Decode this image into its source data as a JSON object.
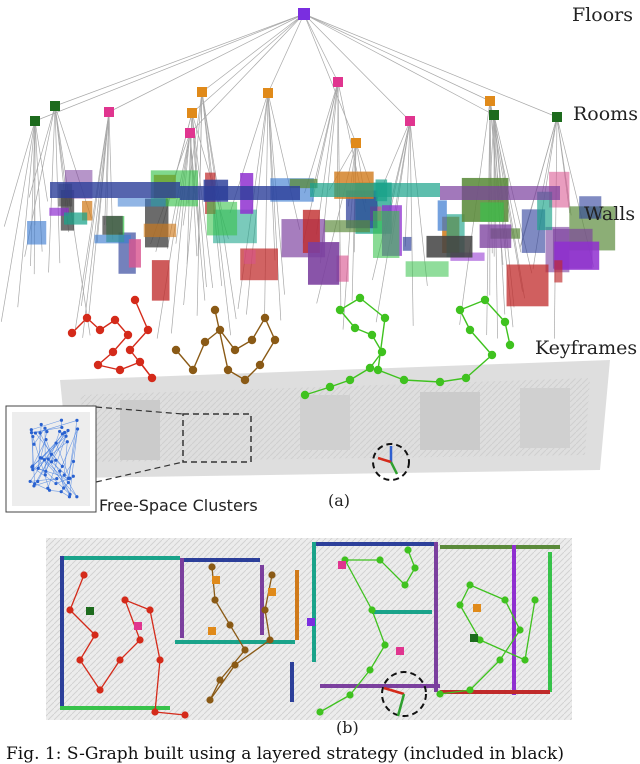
{
  "layers": {
    "floors": "Floors",
    "rooms": "Rooms",
    "walls": "Walls",
    "keyframes": "Keyframes"
  },
  "inset_label": "Free-Space Clusters",
  "subfigure_a": "(a)",
  "subfigure_b": "(b)",
  "caption": "Fig. 1: S-Graph built using a layered strategy (included in black)",
  "colors": {
    "floor": "#7a2ee0",
    "room_dark": "#1d6b1d",
    "room_pink": "#e0358f",
    "room_orange": "#e08a1a",
    "keyframe_red": "#d42a1a",
    "keyframe_brown": "#8a5a16",
    "keyframe_green": "#3fc21f",
    "edge_gray": "#9a9a9a",
    "map_gray": "#bdbdbd"
  }
}
